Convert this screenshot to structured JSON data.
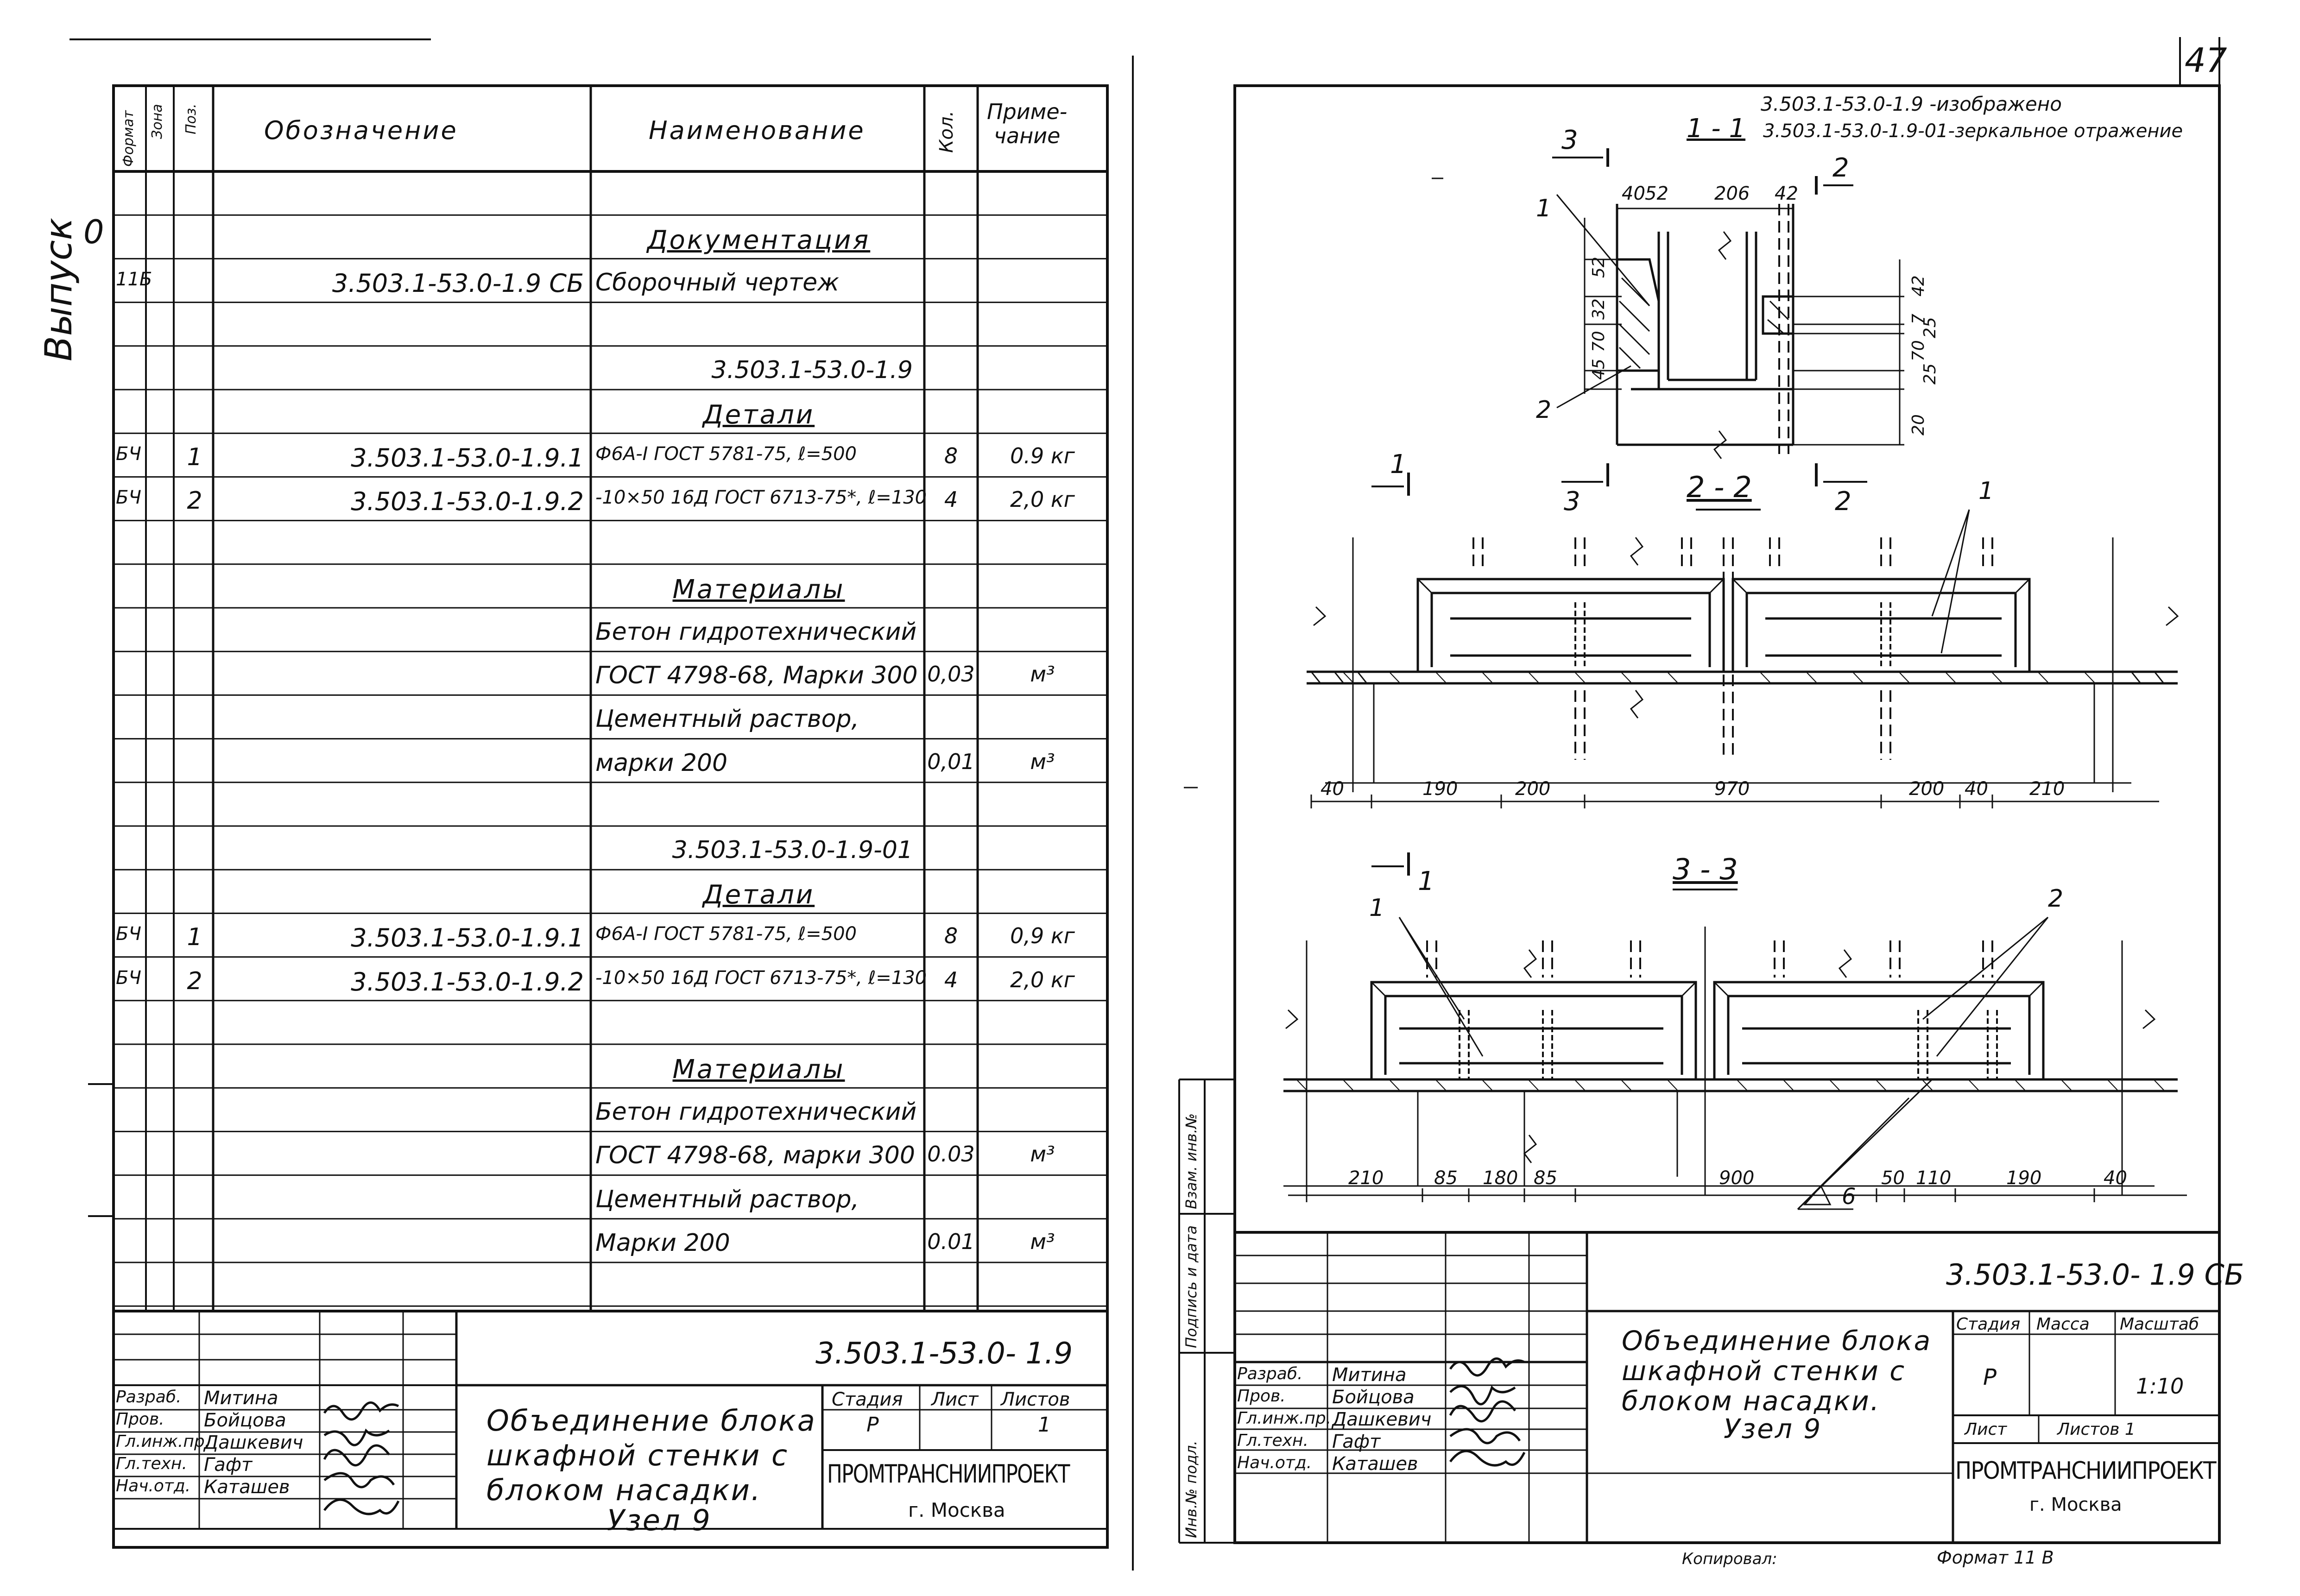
{
  "page": {
    "number": "47",
    "side_label": "Выпуск",
    "side_zero": "0"
  },
  "spec": {
    "headers": {
      "format": "Формат",
      "zone": "Зона",
      "pos": "Поз.",
      "designation": "Обозначение",
      "name": "Наименование",
      "qty": "Кол.",
      "note": "Приме-\nчание"
    },
    "rows": [
      {
        "format": "",
        "pos": "",
        "designation": "",
        "name": "",
        "qty": "",
        "note": "",
        "style": "blank"
      },
      {
        "format": "",
        "pos": "",
        "designation": "",
        "name": "Документация",
        "qty": "",
        "note": "",
        "style": "section"
      },
      {
        "format": "11Б",
        "pos": "",
        "designation": "3.503.1-53.0-1.9 СБ",
        "name": "Сборочный чертеж",
        "qty": "",
        "note": "",
        "style": "normal"
      },
      {
        "format": "",
        "pos": "",
        "designation": "",
        "name": "",
        "qty": "",
        "note": "",
        "style": "blank"
      },
      {
        "format": "",
        "pos": "",
        "designation": "",
        "name": "3.503.1-53.0-1.9",
        "qty": "",
        "note": "",
        "style": "center"
      },
      {
        "format": "",
        "pos": "",
        "designation": "",
        "name": "Детали",
        "qty": "",
        "note": "",
        "style": "section"
      },
      {
        "format": "БЧ",
        "pos": "1",
        "designation": "3.503.1-53.0-1.9.1",
        "name": "Ф6А-I ГОСТ 5781-75, ℓ=500",
        "qty": "8",
        "note": "0.9 кг",
        "style": "normal"
      },
      {
        "format": "БЧ",
        "pos": "2",
        "designation": "3.503.1-53.0-1.9.2",
        "name": "-10×50  16Д ГОСТ 6713-75*, ℓ=130",
        "qty": "4",
        "note": "2,0 кг",
        "style": "normal"
      },
      {
        "format": "",
        "pos": "",
        "designation": "",
        "name": "",
        "qty": "",
        "note": "",
        "style": "blank"
      },
      {
        "format": "",
        "pos": "",
        "designation": "",
        "name": "Материалы",
        "qty": "",
        "note": "",
        "style": "section"
      },
      {
        "format": "",
        "pos": "",
        "designation": "",
        "name": "Бетон гидротехнический",
        "qty": "",
        "note": "",
        "style": "normal"
      },
      {
        "format": "",
        "pos": "",
        "designation": "",
        "name": "ГОСТ 4798-68, Марки 300",
        "qty": "0,03",
        "note": "м³",
        "style": "normal"
      },
      {
        "format": "",
        "pos": "",
        "designation": "",
        "name": "Цементный раствор,",
        "qty": "",
        "note": "",
        "style": "normal"
      },
      {
        "format": "",
        "pos": "",
        "designation": "",
        "name": "марки 200",
        "qty": "0,01",
        "note": "м³",
        "style": "normal"
      },
      {
        "format": "",
        "pos": "",
        "designation": "",
        "name": "",
        "qty": "",
        "note": "",
        "style": "blank"
      },
      {
        "format": "",
        "pos": "",
        "designation": "",
        "name": "3.503.1-53.0-1.9-01",
        "qty": "",
        "note": "",
        "style": "center"
      },
      {
        "format": "",
        "pos": "",
        "designation": "",
        "name": "Детали",
        "qty": "",
        "note": "",
        "style": "section"
      },
      {
        "format": "БЧ",
        "pos": "1",
        "designation": "3.503.1-53.0-1.9.1",
        "name": "Ф6А-I ГОСТ 5781-75, ℓ=500",
        "qty": "8",
        "note": "0,9 кг",
        "style": "normal"
      },
      {
        "format": "БЧ",
        "pos": "2",
        "designation": "3.503.1-53.0-1.9.2",
        "name": "-10×50  16Д ГОСТ 6713-75*, ℓ=130",
        "qty": "4",
        "note": "2,0 кг",
        "style": "normal"
      },
      {
        "format": "",
        "pos": "",
        "designation": "",
        "name": "",
        "qty": "",
        "note": "",
        "style": "blank"
      },
      {
        "format": "",
        "pos": "",
        "designation": "",
        "name": "Материалы",
        "qty": "",
        "note": "",
        "style": "section"
      },
      {
        "format": "",
        "pos": "",
        "designation": "",
        "name": "Бетон гидротехнический",
        "qty": "",
        "note": "",
        "style": "normal"
      },
      {
        "format": "",
        "pos": "",
        "designation": "",
        "name": "ГОСТ 4798-68, марки 300",
        "qty": "0.03",
        "note": "м³",
        "style": "normal"
      },
      {
        "format": "",
        "pos": "",
        "designation": "",
        "name": "Цементный раствор,",
        "qty": "",
        "note": "",
        "style": "normal"
      },
      {
        "format": "",
        "pos": "",
        "designation": "",
        "name": "Марки 200",
        "qty": "0.01",
        "note": "м³",
        "style": "normal"
      },
      {
        "format": "",
        "pos": "",
        "designation": "",
        "name": "",
        "qty": "",
        "note": "",
        "style": "blank"
      }
    ]
  },
  "left_titleblock": {
    "code": "3.503.1-53.0- 1.9",
    "roles": [
      "Разраб.",
      "Пров.",
      "Гл.инж.пр.",
      "Гл.техн.",
      "Нач.отд."
    ],
    "names": [
      "Митина",
      "Бойцова",
      "Дашкевич",
      "Гафт",
      "Каташев"
    ],
    "title_lines": [
      "Объединение блока",
      "шкафной стенки с",
      "блоком насадки.",
      "Узел 9"
    ],
    "stage_label": "Стадия",
    "sheet_label": "Лист",
    "sheets_label": "Листов",
    "stage_value": "Р",
    "sheets_value": "1",
    "org": "ПРОМТРАНСНИИПРОЕКТ",
    "city": "г. Москва"
  },
  "drawing": {
    "caption_line1": "3.503.1-53.0-1.9 -изображено",
    "caption_line2": "3.503.1-53.0-1.9-01-зеркальное отражение",
    "section_11": "1 - 1",
    "section_22": "2 - 2",
    "section_33": "3 - 3",
    "cut_marks": {
      "three": "3",
      "two": "2",
      "one": "1"
    },
    "leaders": {
      "one": "1",
      "two": "2"
    },
    "dims_11_top": [
      "40",
      "52",
      "206",
      "42"
    ],
    "dims_11_left": [
      "52",
      "32",
      "70",
      "45"
    ],
    "dims_11_right": [
      "42",
      "7",
      "25",
      "70",
      "25",
      "20"
    ],
    "dims_22": [
      "40",
      "190",
      "200",
      "970",
      "200",
      "40",
      "210"
    ],
    "dims_33": [
      "210",
      "85",
      "180",
      "85",
      "900",
      "50",
      "110",
      "190",
      "40"
    ],
    "weld": "6"
  },
  "right_titleblock": {
    "code": "3.503.1-53.0- 1.9 СБ",
    "roles": [
      "Разраб.",
      "Пров.",
      "Гл.инж.пр.",
      "Гл.техн.",
      "Нач.отд."
    ],
    "names": [
      "Митина",
      "Бойцова",
      "Дашкевич",
      "Гафт",
      "Каташев"
    ],
    "title_lines": [
      "Объединение блока",
      "шкафной стенки с",
      "блоком насадки.",
      "Узел 9"
    ],
    "stage_label": "Стадия",
    "mass_label": "Масса",
    "scale_label": "Масштаб",
    "stage_value": "Р",
    "scale_value": "1:10",
    "sheet_label": "Лист",
    "sheets_label": "Листов 1",
    "org": "ПРОМТРАНСНИИПРОЕКТ",
    "city": "г. Москва"
  },
  "side_stamp": [
    "Инв.№ подл.",
    "Подпись и дата",
    "Взам. инв.№"
  ],
  "footer": {
    "copied": "Копировал:",
    "format": "Формат 11 В"
  }
}
